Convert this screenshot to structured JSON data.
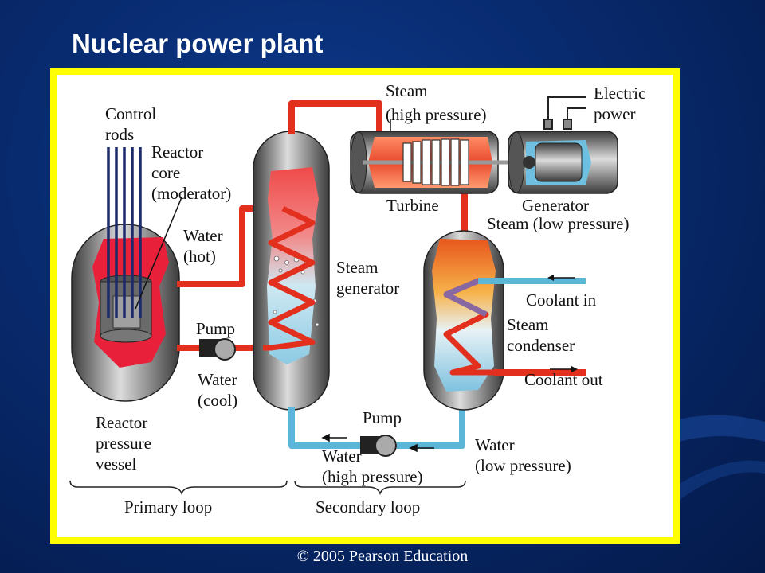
{
  "slide": {
    "title": "Nuclear power plant",
    "copyright": "© 2005 Pearson Education"
  },
  "labels": {
    "control_rods": [
      "Control",
      "rods"
    ],
    "reactor_core": [
      "Reactor",
      "core",
      "(moderator)"
    ],
    "water_hot": [
      "Water",
      "(hot)"
    ],
    "pump_primary": "Pump",
    "water_cool": [
      "Water",
      "(cool)"
    ],
    "reactor_vessel": [
      "Reactor",
      "pressure",
      "vessel"
    ],
    "steam_generator": [
      "Steam",
      "generator"
    ],
    "steam_high": [
      "Steam",
      "(high pressure)"
    ],
    "turbine": "Turbine",
    "electric_power": [
      "Electric",
      "power"
    ],
    "generator": "Generator",
    "steam_low": "Steam (low pressure)",
    "coolant_in": "Coolant in",
    "steam_condenser": [
      "Steam",
      "condenser"
    ],
    "coolant_out": "Coolant out",
    "pump_secondary": "Pump",
    "water_high_pressure": [
      "Water",
      "(high pressure)"
    ],
    "water_low_pressure": [
      "Water",
      "(low pressure)"
    ],
    "primary_loop": "Primary loop",
    "secondary_loop": "Secondary loop"
  },
  "colors": {
    "hot_pipe": "#e3301e",
    "cool_pipe": "#5bb6d8",
    "vessel_dark": "#3a3a3a",
    "vessel_light": "#d8d8d8",
    "frame_border": "#ffff00",
    "background": "#082a6e"
  }
}
